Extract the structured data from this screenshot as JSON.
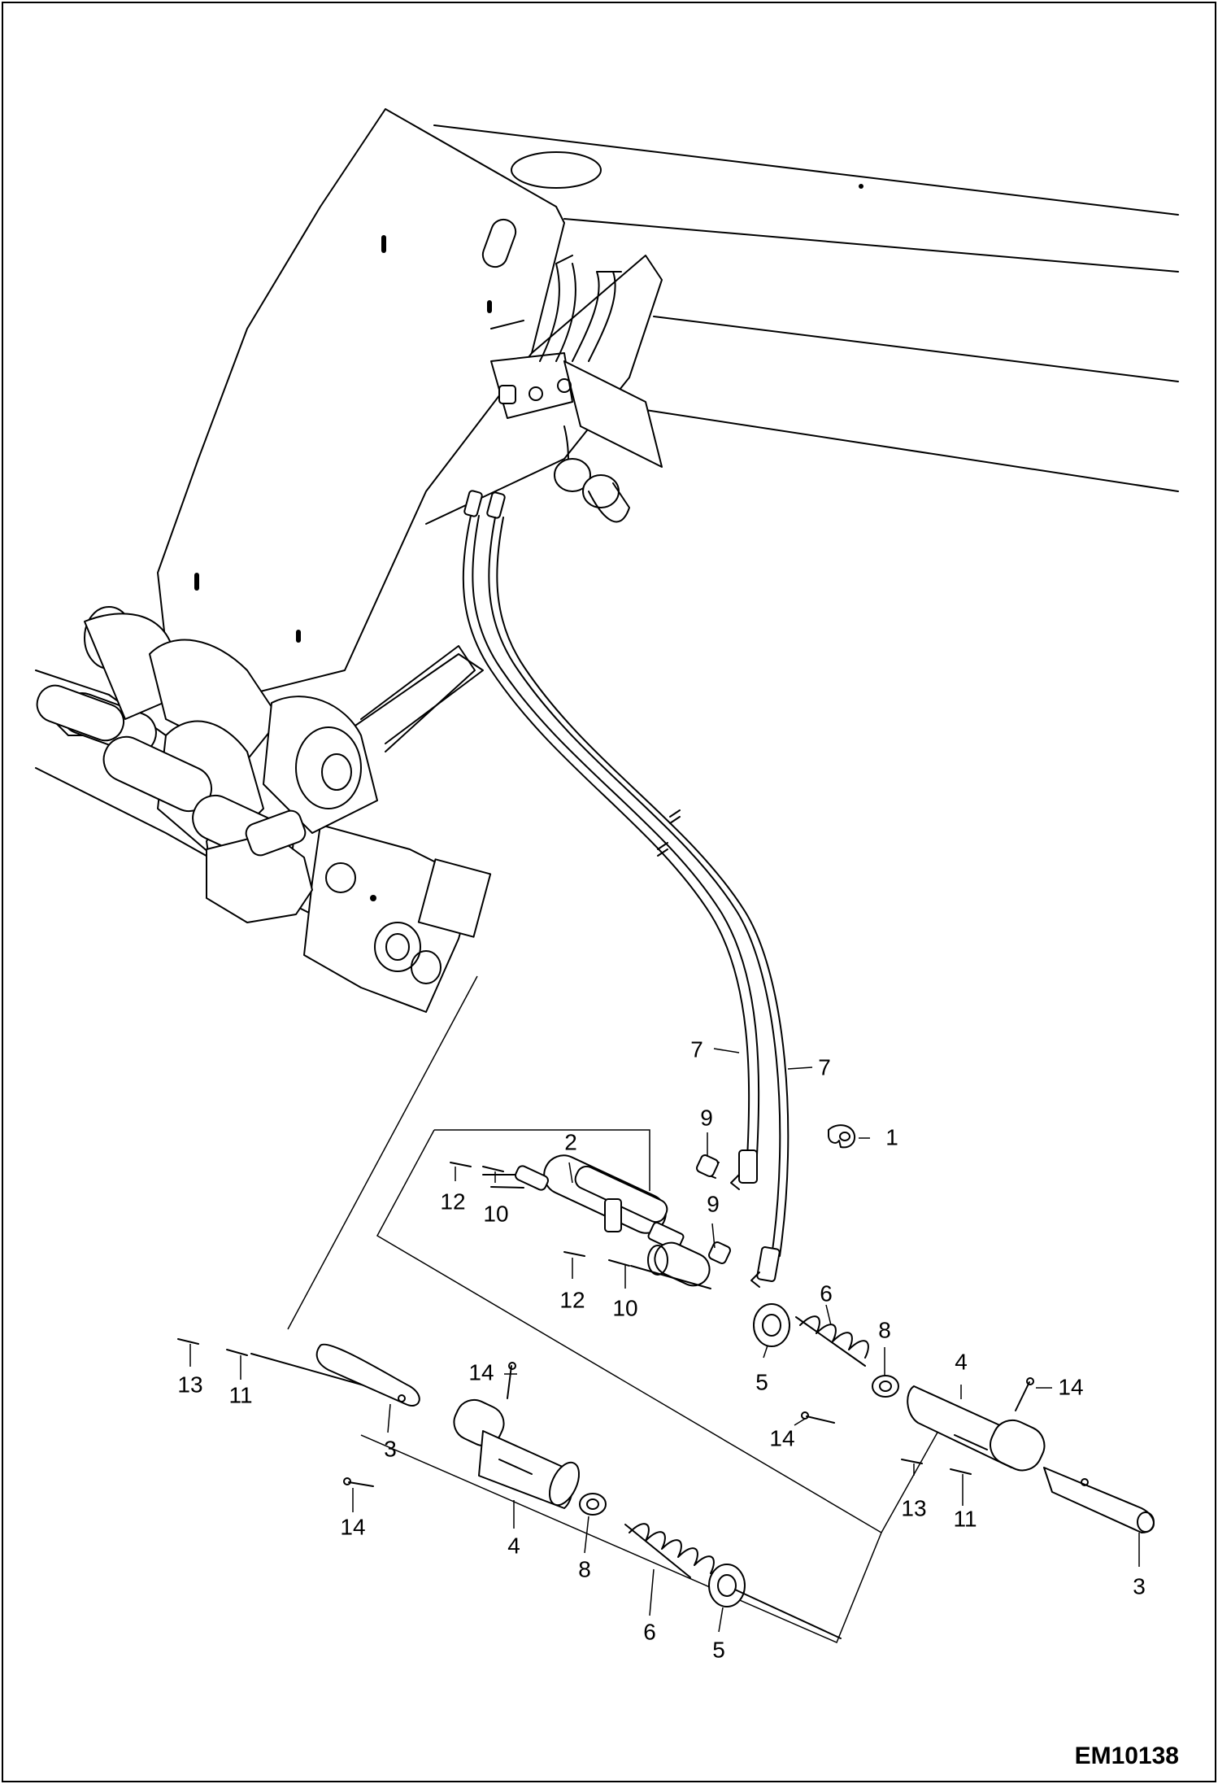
{
  "drawing_code": "EM10138",
  "callouts": {
    "c1": "1",
    "c2": "2",
    "c3a": "3",
    "c3b": "3",
    "c4a": "4",
    "c4b": "4",
    "c5a": "5",
    "c5b": "5",
    "c6a": "6",
    "c6b": "6",
    "c7a": "7",
    "c7b": "7",
    "c8a": "8",
    "c8b": "8",
    "c9a": "9",
    "c9b": "9",
    "c10a": "10",
    "c10b": "10",
    "c11a": "11",
    "c11b": "11",
    "c12a": "12",
    "c12b": "12",
    "c13a": "13",
    "c13b": "13",
    "c14a": "14",
    "c14b": "14",
    "c14c": "14",
    "c14d": "14"
  }
}
